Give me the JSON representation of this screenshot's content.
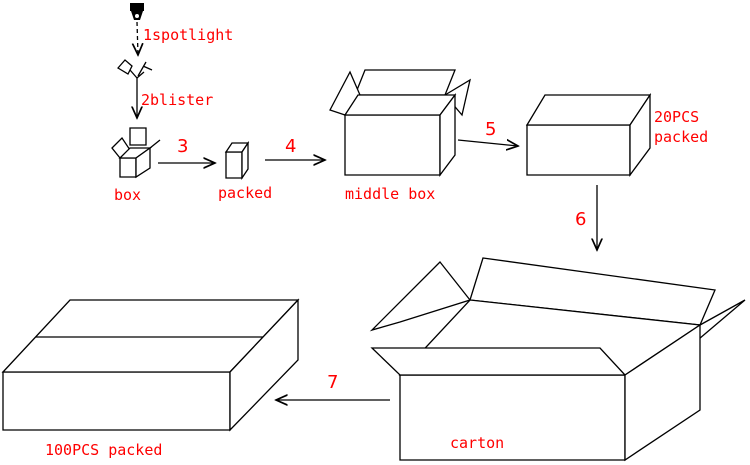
{
  "labels": {
    "spotlight": "1spotlight",
    "blister": "2blister",
    "box": "box",
    "packed": "packed",
    "middle_box": "middle box",
    "pcs20_line1": "20PCS",
    "pcs20_line2": "packed",
    "carton": "carton",
    "pcs100": "100PCS packed"
  },
  "steps": [
    "3",
    "4",
    "5",
    "6",
    "7"
  ],
  "colors": {
    "label": "#ff0000",
    "line": "#000000"
  }
}
